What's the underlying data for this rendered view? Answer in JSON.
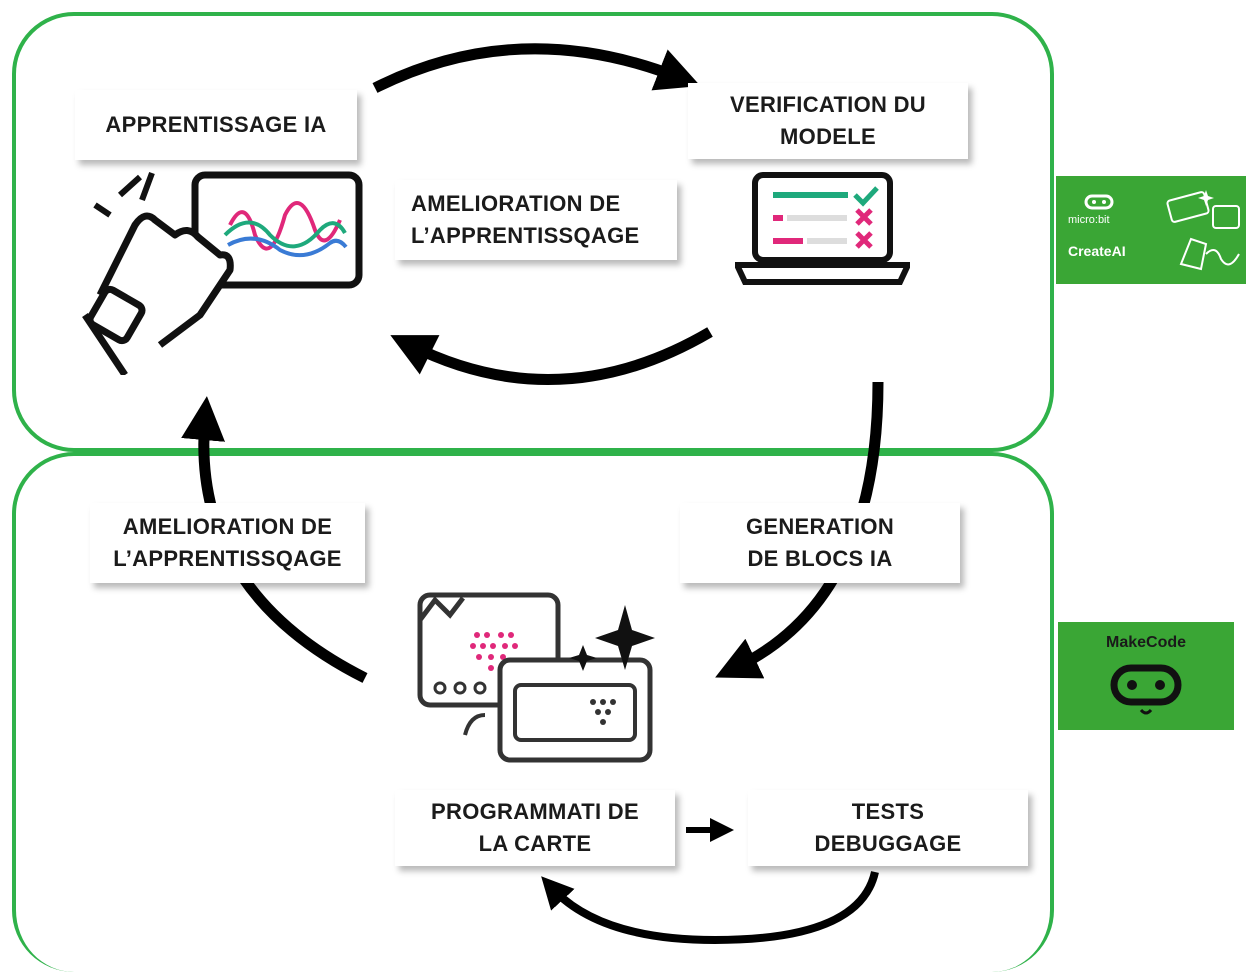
{
  "labels": {
    "apprentissage": "APPRENTISSAGE IA",
    "verification": [
      "VERIFICATION DU",
      "MODELE"
    ],
    "amelioration_top": [
      "AMELIORATION DE",
      "L’APPRENTISSQAGE"
    ],
    "amelioration_bottom": [
      "AMELIORATION DE",
      "L’APPRENTISSQAGE"
    ],
    "generation": [
      "GENERATION",
      "DE BLOCS IA"
    ],
    "programmation": [
      "PROGRAMMATI DE",
      "LA CARTE"
    ],
    "tests": [
      "TESTS",
      "DEBUGGAGE"
    ]
  },
  "badges": {
    "createai": {
      "brand": "micro:bit",
      "name": "CreateAI"
    },
    "makecode": {
      "name": "MakeCode"
    }
  },
  "colors": {
    "panel_border": "#2fb24a",
    "badge_green": "#3aa635",
    "pink": "#e0287a",
    "teal": "#1ea97c",
    "blue": "#3a7bd5",
    "arrow": "#000000"
  }
}
